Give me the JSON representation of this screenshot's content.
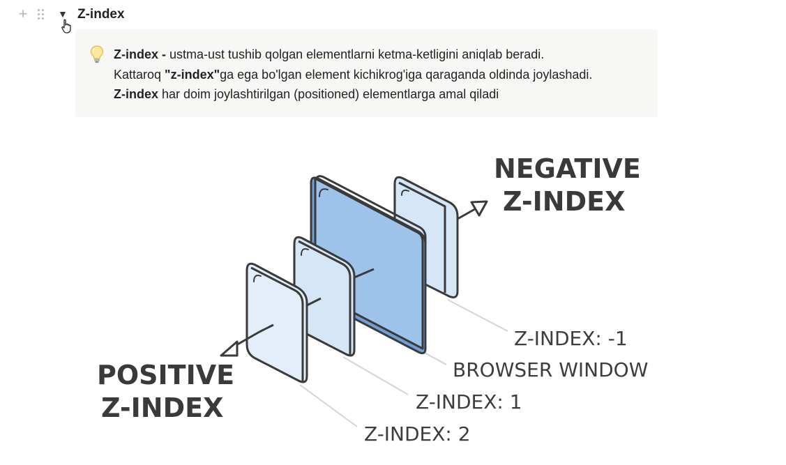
{
  "block": {
    "heading": "Z-index",
    "add_icon": "plus-icon",
    "drag_icon": "drag-handle-icon",
    "toggle_icon": "triangle-down-icon"
  },
  "callout": {
    "icon": "lightbulb-icon",
    "line1": {
      "bold": "Z-index -",
      "rest": " ustma-ust tushib qolgan elementlarni ketma-ketligini aniqlab beradi."
    },
    "line2": {
      "pre": "Kattaroq ",
      "bold": "\"z-index\"",
      "rest": "ga ega bo'lgan element kichikrog'iga qaraganda oldinda joylashadi."
    },
    "line3": {
      "bold": "Z-index",
      "rest": " har doim joylashtirilgan (positioned) elementlarga amal qiladi"
    }
  },
  "diagram": {
    "negative_line1": "NEGATIVE",
    "negative_line2": "Z-INDEX",
    "positive_line1": "POSITIVE",
    "positive_line2": "Z-INDEX",
    "label_minus1": "Z-INDEX: -1",
    "label_browser": "BROWSER WINDOW",
    "label_1": "Z-INDEX: 1",
    "label_2": "Z-INDEX: 2",
    "colors": {
      "window": "#9ec3ea",
      "layer": "#d5e6f7",
      "layer_front": "#e4eefa",
      "outline": "#3a3a3a"
    }
  }
}
